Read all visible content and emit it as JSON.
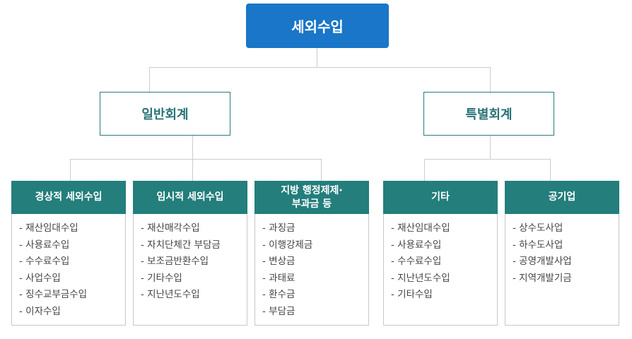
{
  "root": {
    "label": "세외수입"
  },
  "branches": [
    {
      "label": "일반회계"
    },
    {
      "label": "특별회계"
    }
  ],
  "categories": [
    {
      "title": "경상적 세외수입",
      "items": [
        "- 재산임대수입",
        "- 사용료수입",
        "- 수수료수입",
        "- 사업수입",
        "- 징수교부금수입",
        "- 이자수입"
      ]
    },
    {
      "title": "임시적 세외수입",
      "items": [
        "- 재산매각수입",
        "- 자치단체간 부담금",
        "- 보조금반환수입",
        "- 기타수입",
        "- 지난년도수입"
      ]
    },
    {
      "title_line1": "지방 행정제제·",
      "title_line2": "부과금 등",
      "items": [
        "- 과징금",
        "- 이행강제금",
        "- 변상금",
        "- 과태료",
        "- 환수금",
        "- 부담금"
      ]
    },
    {
      "title": "기타",
      "items": [
        "- 재산임대수입",
        "- 사용료수입",
        "- 수수료수입",
        "- 지난년도수입",
        "- 기타수입"
      ]
    },
    {
      "title": "공기업",
      "items": [
        "- 상수도사업",
        "- 하수도사업",
        "- 공영개발사업",
        "- 지역개발기금"
      ]
    }
  ],
  "colors": {
    "root": "#1976c8",
    "header": "#237e7c",
    "branch_border": "#2a7b7d",
    "connector": "#cccccc"
  }
}
